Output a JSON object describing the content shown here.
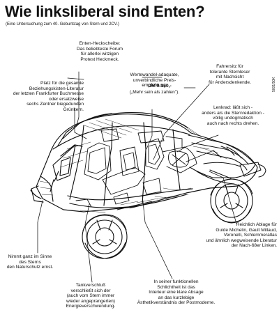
{
  "header": {
    "title": "Wie linksliberal sind Enten?",
    "subtitle": "(Eine Untersuchung zum 40. Geburtstag von Stern und 2CV.)",
    "side_code": "5001/50K"
  },
  "captions": {
    "rear_window": "Enten-Heckscheibe:\nDas beliebteste Forum\nfür allerlei witzigen\nProtest Heckmeck.",
    "rear_seat": "Platz für die gesamte\nBeziehungskisten-Literatur\nder letzten Frankfurter Buchmesse\noder ersatzweise\nsechs Zentner biegedunden\nGrünkern.",
    "price": "Wertewandel-adaquate,\nunverbindliche Preis-\nempfehlung:",
    "price_value": "DM 9.150,-",
    "price_note": "(„Mehr sein als zahlen\").",
    "driver_seat": "Fahrersitz für\ntolerante Sternleser\nmit Nachsicht\nfür Andersdenkende.",
    "steering": "Lenkrad: läßt sich -\nanders als die Sternredaktion -\nvöllig undogmatisch\nauch nach rechts drehen.",
    "shelf": "Reichlich Ablage für\nGuide Michelin, Gault Millaud,\nVeronelli, Schlemmeratlas\nund ähnlich wegweisende Literatur\nder Nach-68er Linken.",
    "nature": "Nimmt ganz im Sinne\ndes Sterns\nden Naturschutz ernst.",
    "tank": "Tankverschluß\nverschließt sich der\n(auch vom Stern immer\nwieder angeprangerten)\nEnergieverschwendung.",
    "function": "In seiner funktionellen\nSchlichtheit ist das\nInterieur eine klare Absage\nan das kurzlebige\nÄsthetikverständnis der Postmoderne."
  },
  "colors": {
    "ink": "#111111",
    "background": "#ffffff"
  }
}
